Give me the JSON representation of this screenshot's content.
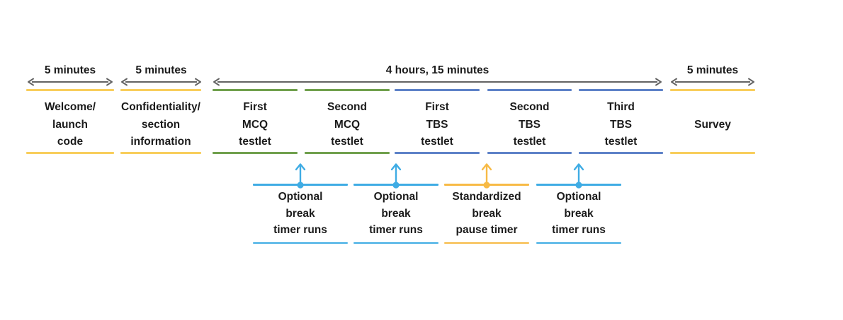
{
  "colors": {
    "gold": "#F8CE5C",
    "green": "#70A04D",
    "blue": "#5E82C8",
    "lightblue": "#3FACE4",
    "orange": "#F7BA45",
    "arrow_gray": "#636363",
    "text": "#1B1B1B"
  },
  "durations": [
    {
      "label": "5 minutes"
    },
    {
      "label": "5 minutes"
    },
    {
      "label": "4 hours, 15 minutes"
    },
    {
      "label": "5 minutes"
    }
  ],
  "stages": [
    {
      "label": "Welcome/\nlaunch\ncode",
      "color": "gold"
    },
    {
      "label": "Confidentiality/\nsection\ninformation",
      "color": "gold"
    },
    {
      "label": "First\nMCQ\ntestlet",
      "color": "green"
    },
    {
      "label": "Second\nMCQ\ntestlet",
      "color": "green"
    },
    {
      "label": "First\nTBS\ntestlet",
      "color": "blue"
    },
    {
      "label": "Second\nTBS\ntestlet",
      "color": "blue"
    },
    {
      "label": "Third\nTBS\ntestlet",
      "color": "blue"
    },
    {
      "label": "Survey",
      "color": "gold"
    }
  ],
  "breaks": [
    {
      "label": "Optional\nbreak\ntimer runs",
      "color": "lightblue"
    },
    {
      "label": "Optional\nbreak\ntimer runs",
      "color": "lightblue"
    },
    {
      "label": "Standardized\nbreak\npause timer",
      "color": "orange"
    },
    {
      "label": "Optional\nbreak\ntimer runs",
      "color": "lightblue"
    }
  ]
}
